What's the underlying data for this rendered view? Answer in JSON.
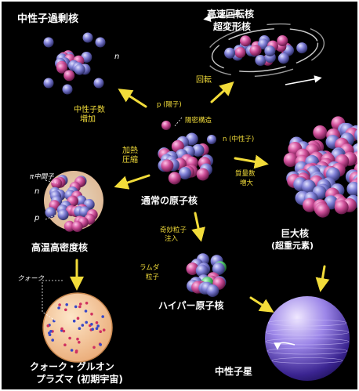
{
  "labels": {
    "neutron_rich": "中性子過剰核",
    "high_speed_line1": "高速回転核",
    "high_speed_line2": "超変形核",
    "n_top": "n",
    "rotation": "回転",
    "neutron_increase_line1": "中性子数",
    "neutron_increase_line2": "増加",
    "p_proton": "p (陽子)",
    "density_struct": "陽密構造",
    "n_neutron": "n (中性子)",
    "heating_line1": "加熱",
    "heating_line2": "圧縮",
    "nucleus": "通常の原子核",
    "mass_increase_line1": "質量数",
    "mass_increase_line2": "増大",
    "pi_meson": "π中間子",
    "n_left": "n",
    "p_left": "p",
    "high_temp": "高温高密度核",
    "strange_line1": "奇妙粒子",
    "strange_line2": "注入",
    "giant_line1": "巨大核",
    "giant_line2": "(超重元素)",
    "lambda_line1": "ラムダ",
    "lambda_line2": "粒子",
    "quark": "クォーク",
    "hypernucleus": "ハイパー原子核",
    "qgp_line1": "クォーク・グルオン",
    "qgp_line2": "プラズマ (初期宇宙)",
    "neutron_star": "中性子星"
  },
  "colors": {
    "background": "#000000",
    "proton": "#d0509a",
    "neutron": "#7c7cd4",
    "lambda": "#4cc46a",
    "arrow": "#f2dc3a",
    "label_yellow": "#f2dc3a",
    "label_white": "#ffffff",
    "plasma": "#f3c79a",
    "neutron_star": "#8068d8"
  }
}
